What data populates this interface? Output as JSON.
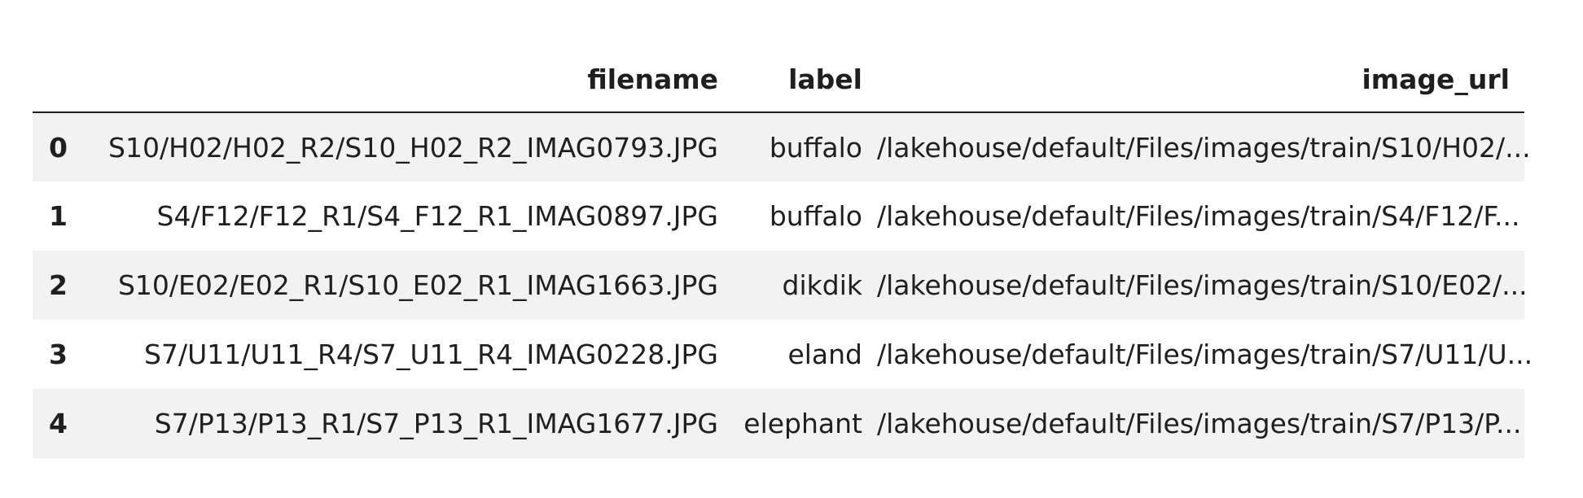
{
  "table": {
    "columns": [
      "",
      "filename",
      "label",
      "image_url"
    ],
    "rows": [
      {
        "index": "0",
        "filename": "S10/H02/H02_R2/S10_H02_R2_IMAG0793.JPG",
        "label": "buffalo",
        "image_url": "/lakehouse/default/Files/images/train/S10/H02/..."
      },
      {
        "index": "1",
        "filename": "S4/F12/F12_R1/S4_F12_R1_IMAG0897.JPG",
        "label": "buffalo",
        "image_url": "/lakehouse/default/Files/images/train/S4/F12/F..."
      },
      {
        "index": "2",
        "filename": "S10/E02/E02_R1/S10_E02_R1_IMAG1663.JPG",
        "label": "dikdik",
        "image_url": "/lakehouse/default/Files/images/train/S10/E02/..."
      },
      {
        "index": "3",
        "filename": "S7/U11/U11_R4/S7_U11_R4_IMAG0228.JPG",
        "label": "eland",
        "image_url": "/lakehouse/default/Files/images/train/S7/U11/U..."
      },
      {
        "index": "4",
        "filename": "S7/P13/P13_R1/S7_P13_R1_IMAG1677.JPG",
        "label": "elephant",
        "image_url": "/lakehouse/default/Files/images/train/S7/P13/P..."
      }
    ]
  }
}
